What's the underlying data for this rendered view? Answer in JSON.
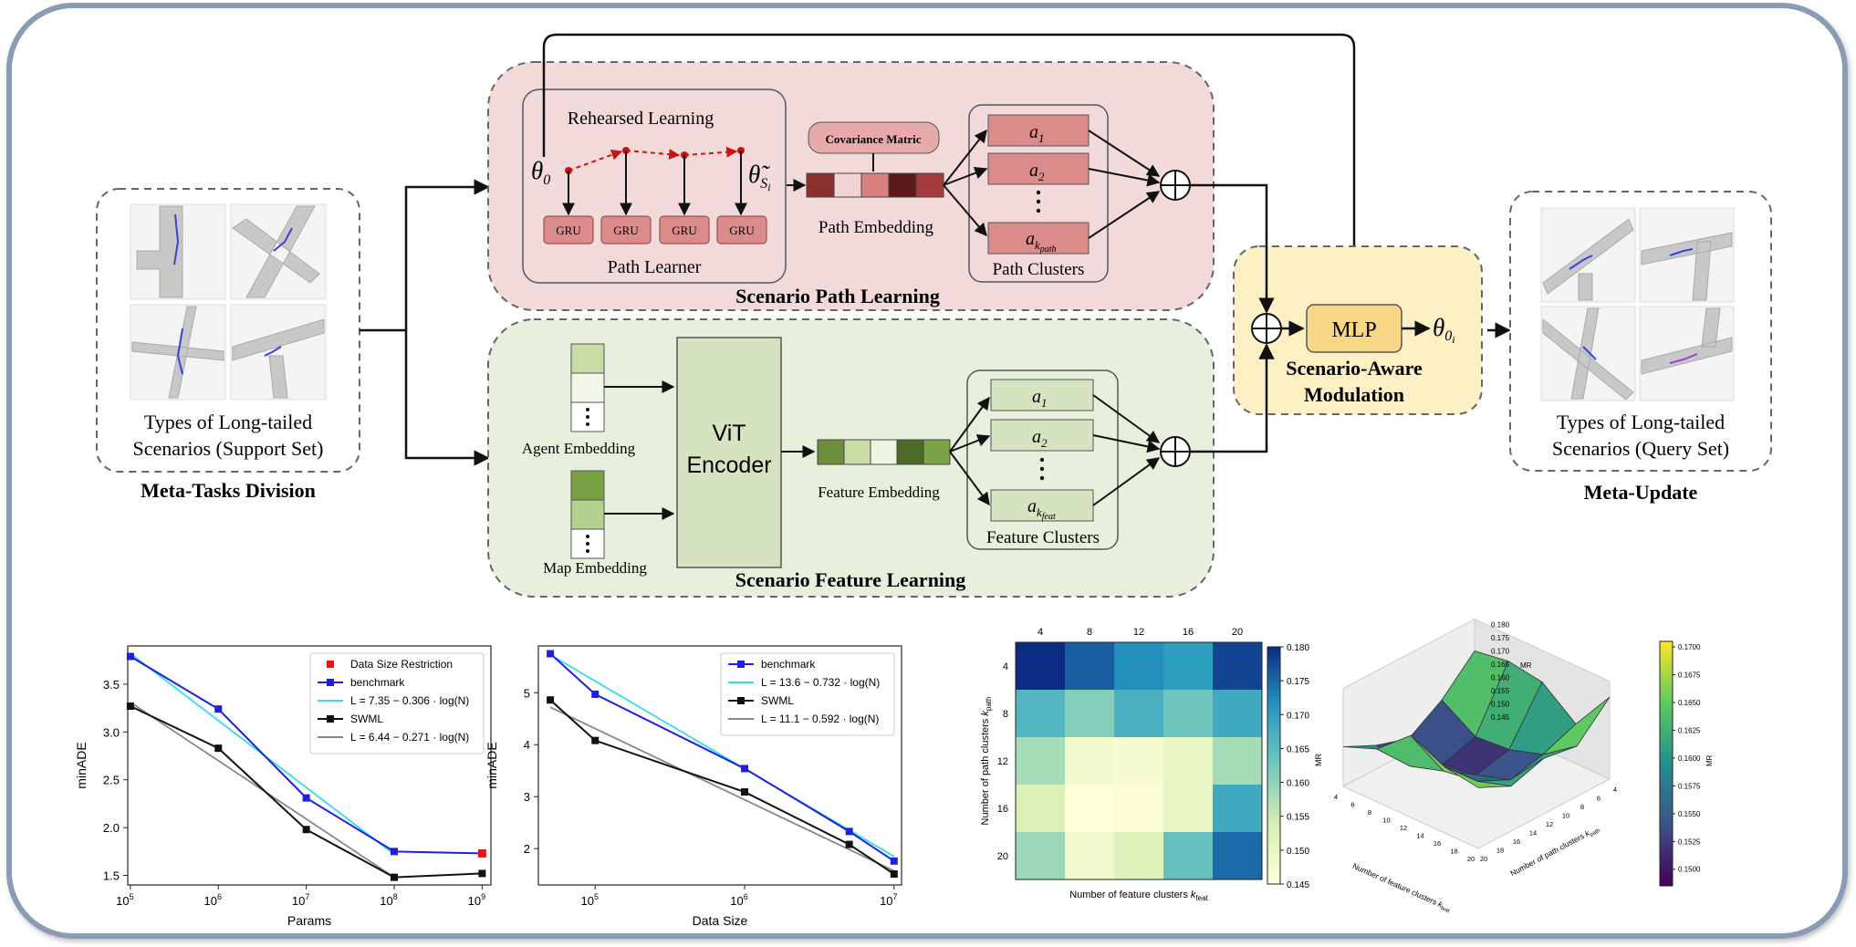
{
  "meta_tasks": {
    "label_line1": "Types of Long-tailed",
    "label_line2": "Scenarios (Support Set)",
    "title": "Meta-Tasks Division"
  },
  "meta_update": {
    "label_line1": "Types of Long-tailed",
    "label_line2": "Scenarios (Query Set)",
    "title": "Meta-Update"
  },
  "path_learning": {
    "title": "Scenario Path Learning",
    "rehearsed": "Rehearsed Learning",
    "theta0": "θ",
    "theta0_sub": "0",
    "theta_s": "θ̃",
    "theta_s_sub": "S",
    "theta_s_subsub": "i",
    "gru": [
      "GRU",
      "GRU",
      "GRU",
      "GRU"
    ],
    "path_learner": "Path Learner",
    "covariance": "Covariance Matric",
    "path_embedding": "Path Embedding",
    "clusters_title": "Path Clusters",
    "clusters": [
      {
        "base": "a",
        "sub": "1"
      },
      {
        "base": "a",
        "sub": "2"
      },
      {
        "base": "a",
        "sub": "k",
        "subsub": "path"
      }
    ]
  },
  "feature_learning": {
    "title": "Scenario Feature Learning",
    "agent_embedding": "Agent Embedding",
    "map_embedding": "Map Embedding",
    "vit_line1": "ViT",
    "vit_line2": "Encoder",
    "feature_embedding": "Feature Embedding",
    "clusters_title": "Feature Clusters",
    "clusters": [
      {
        "base": "a",
        "sub": "1"
      },
      {
        "base": "a",
        "sub": "2"
      },
      {
        "base": "a",
        "sub": "k",
        "subsub": "feat"
      }
    ]
  },
  "modulation": {
    "mlp": "MLP",
    "output": "θ",
    "output_sub": "0",
    "output_subsub": "i",
    "title_line1": "Scenario-Aware",
    "title_line2": "Modulation"
  },
  "colors": {
    "path_bg": "#f2dada",
    "feature_bg": "#e8efdd",
    "modulation_bg": "#fdf0c4",
    "mlp": "#f8d886",
    "frame": "#8a9bb5",
    "benchmark": "#1f1fe0",
    "fit_benchmark": "#33dde8",
    "swml": "#111111",
    "fit_swml": "#888888",
    "restriction": "#ee1111"
  },
  "chart_params": {
    "type": "line",
    "xlabel": "Params",
    "ylabel": "minADE",
    "xscale": "log",
    "xlim_exp": [
      4.97,
      9.1
    ],
    "ylim": [
      1.4,
      3.9
    ],
    "xticks": [
      "10",
      "10",
      "10",
      "10",
      "10"
    ],
    "xtick_exp": [
      "5",
      "6",
      "7",
      "8",
      "9"
    ],
    "xtick_pos": [
      5,
      6,
      7,
      8,
      9
    ],
    "yticks": [
      1.5,
      2.0,
      2.5,
      3.0,
      3.5
    ],
    "ytick_labels": [
      "1.5",
      "2.0",
      "2.5",
      "3.0",
      "3.5"
    ],
    "legend": [
      {
        "label": "Data Size Restriction",
        "kind": "marker",
        "color": "#ee1111"
      },
      {
        "label": "benchmark",
        "kind": "line-marker",
        "color": "#1f1fe0"
      },
      {
        "label": "L = 7.35 − 0.306 · log(N)",
        "kind": "line",
        "color": "#33dde8"
      },
      {
        "label": "SWML",
        "kind": "line-marker",
        "color": "#111111"
      },
      {
        "label": "L = 6.44 − 0.271 · log(N)",
        "kind": "line",
        "color": "#888888"
      }
    ],
    "series": [
      {
        "name": "benchmark",
        "x": [
          5,
          6,
          7,
          8,
          9
        ],
        "y": [
          3.79,
          3.24,
          2.31,
          1.75,
          1.73
        ],
        "color": "#1f1fe0"
      },
      {
        "name": "SWML",
        "x": [
          5,
          6,
          7,
          8,
          9
        ],
        "y": [
          3.27,
          2.83,
          1.98,
          1.48,
          1.52
        ],
        "color": "#111111"
      }
    ],
    "fits": [
      {
        "x": [
          5,
          8
        ],
        "y": [
          3.82,
          1.72
        ],
        "color": "#33dde8"
      },
      {
        "x": [
          5,
          8
        ],
        "y": [
          3.31,
          1.48
        ],
        "color": "#888888"
      }
    ],
    "restriction_point": {
      "x": 9,
      "y": 1.73
    }
  },
  "chart_datasize": {
    "type": "line",
    "xlabel": "Data Size",
    "ylabel": "minADE",
    "xscale": "log",
    "xlim_exp": [
      4.62,
      7.05
    ],
    "ylim": [
      1.3,
      5.9
    ],
    "xticks": [
      "10",
      "10",
      "10"
    ],
    "xtick_exp": [
      "5",
      "6",
      "7"
    ],
    "xtick_pos": [
      5,
      6,
      7
    ],
    "yticks": [
      2,
      3,
      4,
      5
    ],
    "ytick_labels": [
      "2",
      "3",
      "4",
      "5"
    ],
    "legend": [
      {
        "label": "benchmark",
        "kind": "line-marker",
        "color": "#1f1fe0"
      },
      {
        "label": "L = 13.6 − 0.732 · log(N)",
        "kind": "line",
        "color": "#33dde8"
      },
      {
        "label": "SWML",
        "kind": "line-marker",
        "color": "#111111"
      },
      {
        "label": "L = 11.1 − 0.592 · log(N)",
        "kind": "line",
        "color": "#888888"
      }
    ],
    "series": [
      {
        "name": "benchmark",
        "x": [
          4.7,
          5,
          6,
          6.7,
          7
        ],
        "y": [
          5.75,
          4.97,
          3.54,
          2.33,
          1.76
        ],
        "color": "#1f1fe0"
      },
      {
        "name": "SWML",
        "x": [
          4.7,
          5,
          6,
          6.7,
          7
        ],
        "y": [
          4.86,
          4.08,
          3.09,
          2.08,
          1.51
        ],
        "color": "#111111"
      }
    ],
    "fits": [
      {
        "x": [
          4.7,
          7
        ],
        "y": [
          5.73,
          1.85
        ],
        "color": "#33dde8"
      },
      {
        "x": [
          4.7,
          7
        ],
        "y": [
          4.72,
          1.57
        ],
        "color": "#888888"
      }
    ]
  },
  "chart_heatmap": {
    "type": "heatmap",
    "xlabel": "Number of feature clusters",
    "xlabel_sub": "k",
    "xlabel_subsub": "feat",
    "ylabel": "Number of path clusters",
    "ylabel_sub": "k",
    "ylabel_subsub": "path",
    "x": [
      4,
      8,
      12,
      16,
      20
    ],
    "y": [
      4,
      8,
      12,
      16,
      20
    ],
    "values": [
      [
        0.18,
        0.176,
        0.172,
        0.17,
        0.178
      ],
      [
        0.166,
        0.161,
        0.167,
        0.163,
        0.168
      ],
      [
        0.158,
        0.148,
        0.147,
        0.15,
        0.158
      ],
      [
        0.153,
        0.145,
        0.146,
        0.15,
        0.168
      ],
      [
        0.159,
        0.148,
        0.152,
        0.164,
        0.175
      ]
    ],
    "vmin": 0.145,
    "vmax": 0.18,
    "colorbar_label": "MR",
    "colorbar_ticks": [
      0.145,
      0.15,
      0.155,
      0.16,
      0.165,
      0.17,
      0.175,
      0.18
    ],
    "colorbar_tick_labels": [
      "0.145",
      "0.150",
      "0.155",
      "0.160",
      "0.165",
      "0.170",
      "0.175",
      "0.180"
    ]
  },
  "chart_surface": {
    "type": "heatmap",
    "xlabel": "Number of feature clusters",
    "xlabel_sub": "k",
    "xlabel_subsub": "feat",
    "ylabel": "Number of path clusters",
    "ylabel_sub": "k",
    "ylabel_subsub": "path",
    "zlabel": "MR",
    "x_ticks": [
      "20",
      "18",
      "16",
      "14",
      "12",
      "10",
      "8",
      "6",
      "4"
    ],
    "y_ticks": [
      "20",
      "18",
      "16",
      "14",
      "12",
      "10",
      "8",
      "6",
      "4"
    ],
    "z_ticks": [
      "0.145",
      "0.150",
      "0.155",
      "0.160",
      "0.165",
      "0.170",
      "0.175",
      "0.180"
    ],
    "values": [
      [
        0.168,
        0.162,
        0.166,
        0.164,
        0.176
      ],
      [
        0.17,
        0.158,
        0.152,
        0.155,
        0.16
      ],
      [
        0.176,
        0.156,
        0.148,
        0.151,
        0.17
      ],
      [
        0.165,
        0.152,
        0.146,
        0.15,
        0.172
      ],
      [
        0.16,
        0.154,
        0.15,
        0.158,
        0.17
      ]
    ],
    "vmin": 0.145,
    "vmax": 0.17,
    "colorbar_label": "MR",
    "colorbar_ticks": [
      0.15,
      0.1525,
      0.155,
      0.1575,
      0.16,
      0.1625,
      0.165,
      0.1675,
      0.17
    ],
    "colorbar_tick_labels": [
      "0.1500",
      "0.1525",
      "0.1550",
      "0.1575",
      "0.1600",
      "0.1625",
      "0.1650",
      "0.1675",
      "0.1700"
    ]
  }
}
